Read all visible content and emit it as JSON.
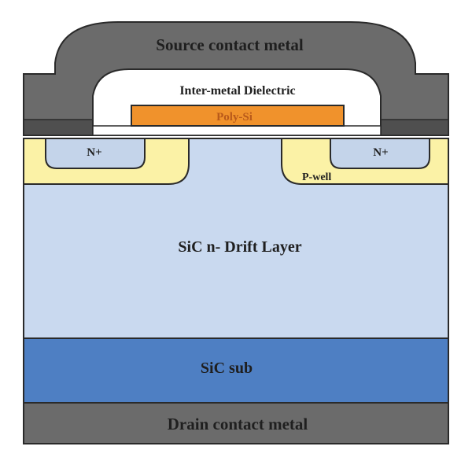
{
  "labels": {
    "source_metal": "Source contact metal",
    "dielectric": "Inter-metal Dielectric",
    "poly_si": "Poly-Si",
    "n_plus_left": "N+",
    "n_plus_right": "N+",
    "p_well": "P-well",
    "drift_layer": "SiC n- Drift Layer",
    "substrate": "SiC sub",
    "drain_metal": "Drain contact metal"
  },
  "colors": {
    "metal": "#6b6b6b",
    "dielectric": "#ffffff",
    "poly_si": "#f0922c",
    "p_well": "#fbf2a6",
    "n_plus": "#c4d4ea",
    "drift": "#c9d9ef",
    "substrate": "#4e7fc3",
    "outline": "#2a2a2a"
  }
}
